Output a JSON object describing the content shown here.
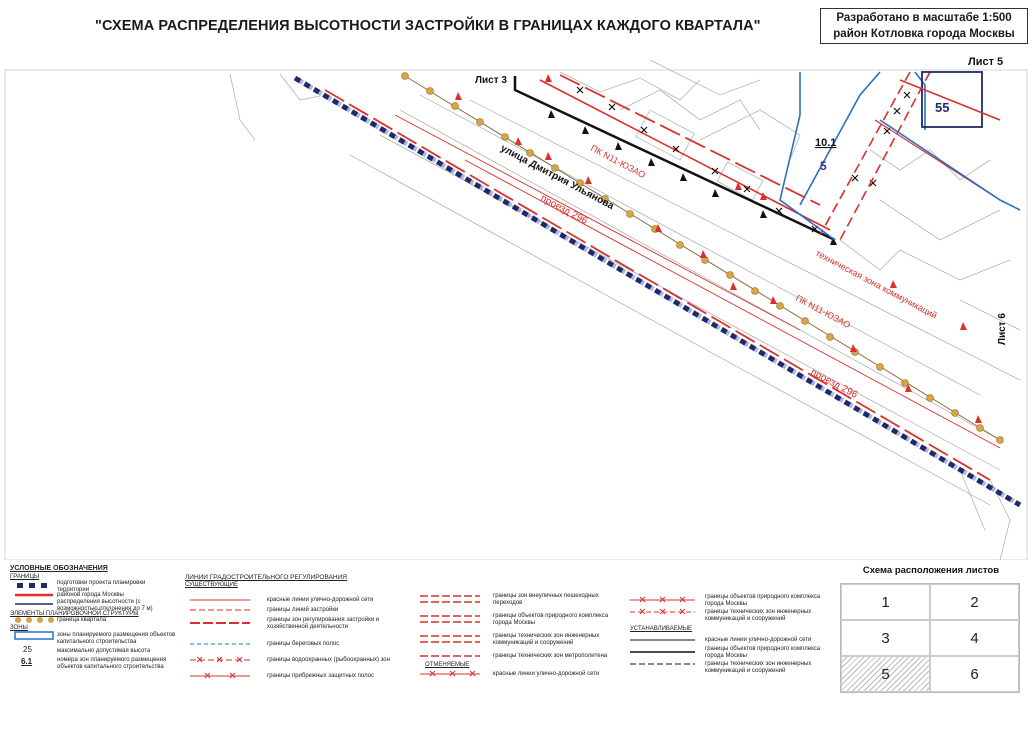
{
  "header": {
    "title": "\"СХЕМА РАСПРЕДЕЛЕНИЯ ВЫСОТНОСТИ ЗАСТРОЙКИ В ГРАНИЦАХ КАЖДОГО КВАРТАЛА\"",
    "scale_line1": "Разработано в масштабе 1:500",
    "scale_line2": "район Котловка города Москвы",
    "sheet_label": "Лист 5"
  },
  "map": {
    "sheet_top": "Лист 3",
    "sheet_right": "Лист 6",
    "street": "улица Дмитрия Ульянова",
    "passage_upper": "проезд 296",
    "passage_lower": "проезд 296",
    "pk_upper": "ПК N11-ЮЗАО",
    "pk_lower": "ПК N11-ЮЗАО",
    "tech_zone": "техническая зона коммуникаций",
    "zone_55": "55",
    "zone_10_1": "10.1",
    "zone_5": "5",
    "colors": {
      "red": "#d9312b",
      "navy": "#1f2a6b",
      "blue": "#2a6fc2",
      "orange": "#d9a441",
      "grey": "#9a9a9a"
    }
  },
  "legend": {
    "title": "УСЛОВНЫЕ ОБОЗНАЧЕНИЯ",
    "boundaries": {
      "head": "ГРАНИЦЫ",
      "items": [
        "подготовки проекта планировки территории",
        "районов города Москвы",
        "распределения высотности (с возможностью отклонения до 7 м)"
      ]
    },
    "structure": {
      "head": "ЭЛЕМЕНТЫ ПЛАНИРОВОЧНОЙ СТРУКТУРЫ",
      "items": [
        "граница квартала"
      ]
    },
    "zones": {
      "head": "ЗОНЫ",
      "items": [
        "зоны планируемого размещения объектов капитального строительства",
        "максимально допустимая высота",
        "номера зон планируемого размещения объектов капитального строительства"
      ],
      "height_sample": "25",
      "number_sample": "6.1"
    },
    "lines": {
      "head": "ЛИНИИ ГРАДОСТРОИТЕЛЬНОГО РЕГУЛИРОВАНИЯ",
      "existing": "СУЩЕСТВУЮЩИЕ",
      "col1": [
        "красные линии улично-дорожной сети",
        "границы линий застройки",
        "границы зон регулирования застройки и хозяйственной деятельности",
        "границы береговых полос",
        "границы водоохранных (рыбоохранных) зон",
        "границы прибрежных защитных полос"
      ],
      "col2": [
        "границы зон внеуличных пешеходных переходов",
        "границы объектов природного комплекса города Москвы",
        "границы технических зон инженерных коммуникаций и сооружений",
        "границы технических зон метрополитена",
        "красные линии улично-дорожной сети"
      ],
      "cancelled": "ОТМЕНЯЕМЫЕ",
      "established": "УСТАНАВЛИВАЕМЫЕ",
      "col3": [
        "границы объектов природного комплекса города Москвы",
        "границы технических зон инженерных коммуникаций и сооружений",
        "красные линии улично-дорожной сети",
        "границы объектов природного комплекса города Москвы",
        "границы технических зон инженерных коммуникаций и сооружений"
      ]
    }
  },
  "schema": {
    "title": "Схема расположения листов",
    "cells": [
      "1",
      "2",
      "3",
      "4",
      "5",
      "6"
    ],
    "active": "5"
  }
}
